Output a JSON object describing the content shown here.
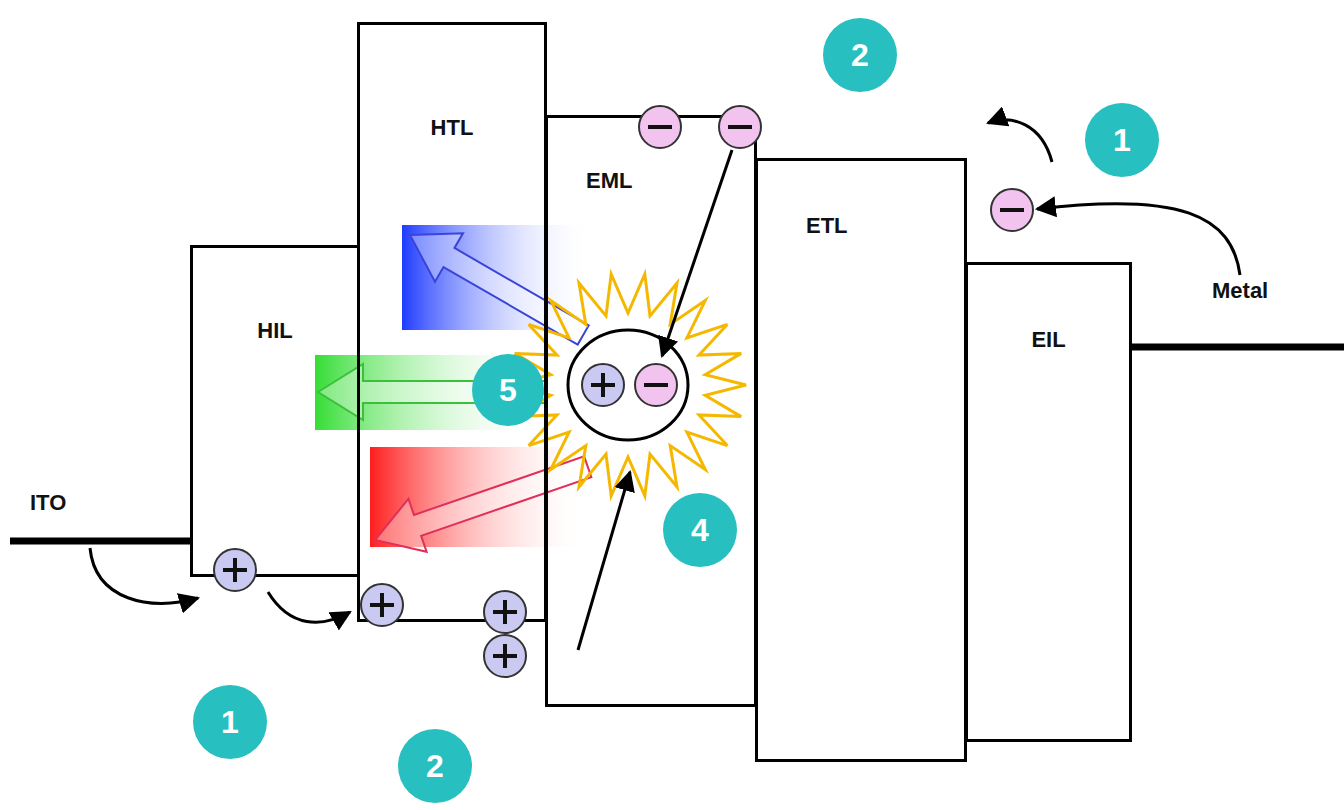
{
  "diagram": {
    "nodes": [
      {
        "text": [
          "HIL"
        ]
      },
      {
        "text": [
          "HTL"
        ]
      },
      {
        "text": [
          "EML"
        ]
      },
      {
        "text": [
          "ETL"
        ]
      },
      {
        "text": [
          "EIL"
        ]
      },
      {
        "text": [
          "2"
        ]
      },
      {
        "text": [
          "1"
        ]
      },
      {
        "text": [
          "5"
        ]
      },
      {
        "text": [
          "4"
        ],
        "in": 2
      },
      {
        "text": [
          "1"
        ]
      },
      {
        "text": [
          "2"
        ]
      }
    ],
    "labels": [
      "ITO",
      "Metal"
    ]
  }
}
